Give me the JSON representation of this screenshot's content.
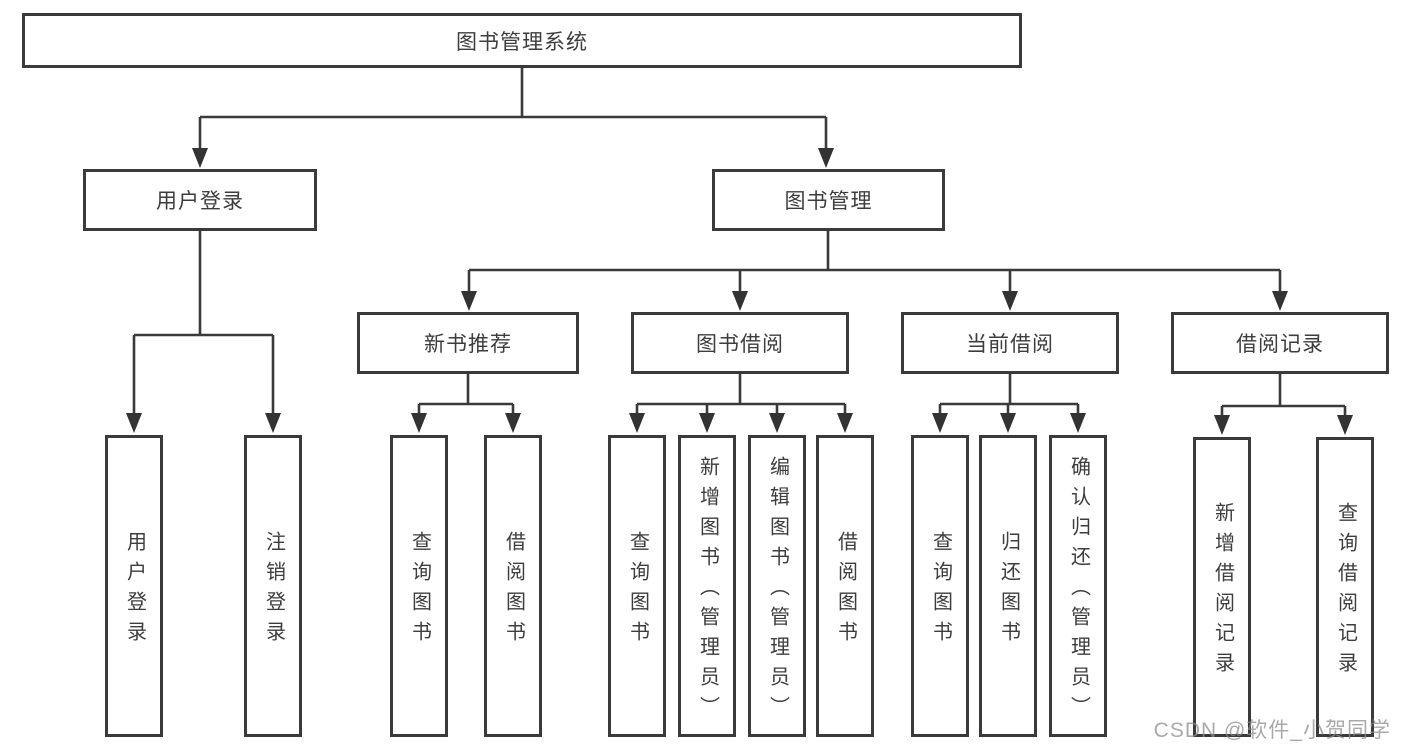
{
  "palette": {
    "line_color": "#3a3a3a",
    "box_border_color": "#3a3a3a",
    "text_color": "#3d3d3d",
    "background": "#ffffff",
    "watermark_color": "#8c8c8c"
  },
  "tree": {
    "root": {
      "label": "图书管理系统"
    },
    "branches": [
      {
        "label": "用户登录",
        "children": [
          {
            "label": "用户登录"
          },
          {
            "label": "注销登录"
          }
        ]
      },
      {
        "label": "图书管理",
        "children": [
          {
            "label": "新书推荐",
            "children": [
              {
                "label": "查询图书"
              },
              {
                "label": "借阅图书"
              }
            ]
          },
          {
            "label": "图书借阅",
            "children": [
              {
                "label": "查询图书"
              },
              {
                "label": "新增图书（管理员）"
              },
              {
                "label": "编辑图书（管理员）"
              },
              {
                "label": "借阅图书"
              }
            ]
          },
          {
            "label": "当前借阅",
            "children": [
              {
                "label": "查询图书"
              },
              {
                "label": "归还图书"
              },
              {
                "label": "确认归还（管理员）"
              }
            ]
          },
          {
            "label": "借阅记录",
            "children": [
              {
                "label": "新增借阅记录"
              },
              {
                "label": "查询借阅记录"
              }
            ]
          }
        ]
      }
    ]
  },
  "watermark": "CSDN @软件_小贺同学"
}
